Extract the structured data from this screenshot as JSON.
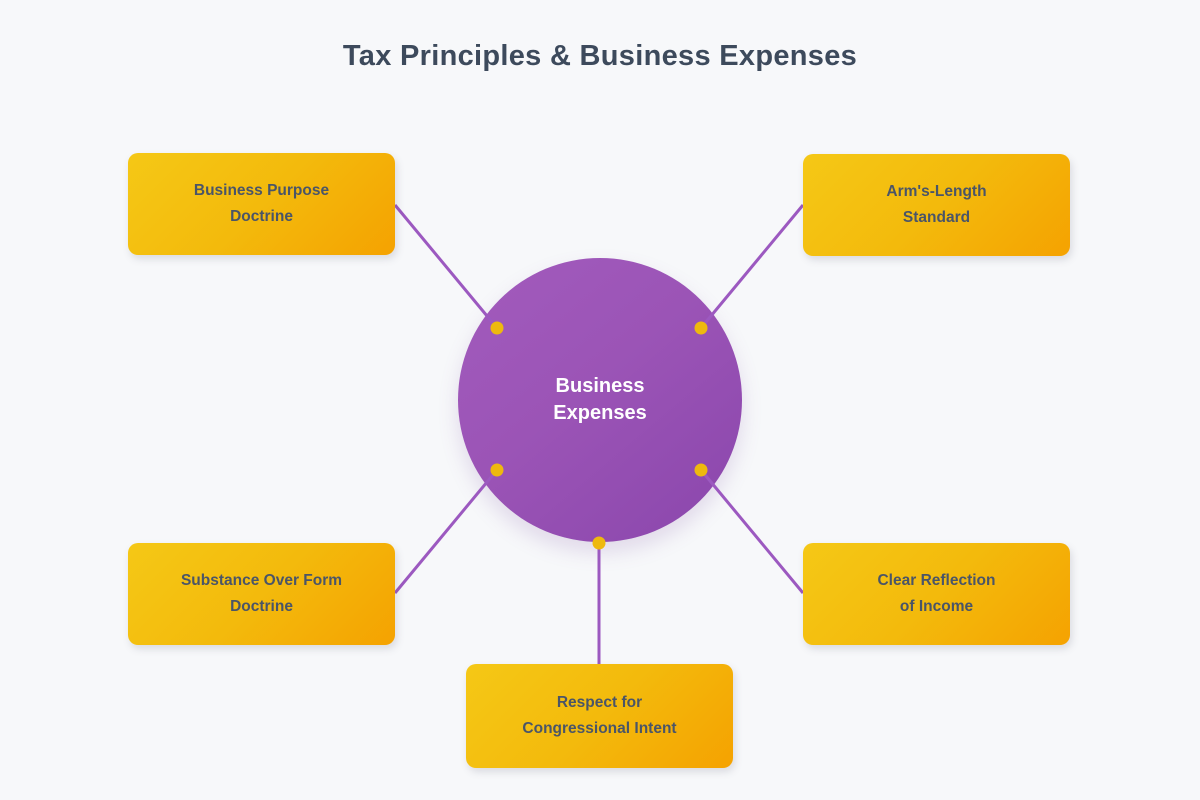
{
  "title": "Tax Principles & Business Expenses",
  "center_node": {
    "id": "business-expenses",
    "label_line1": "Business",
    "label_line2": "Expenses"
  },
  "nodes": [
    {
      "id": "business-purpose-doctrine",
      "label_line1": "Business Purpose",
      "label_line2": "Doctrine"
    },
    {
      "id": "arms-length-standard",
      "label_line1": "Arm's-Length",
      "label_line2": "Standard"
    },
    {
      "id": "substance-over-form-doctrine",
      "label_line1": "Substance Over Form",
      "label_line2": "Doctrine"
    },
    {
      "id": "clear-reflection-of-income",
      "label_line1": "Clear Reflection",
      "label_line2": "of Income"
    },
    {
      "id": "respect-for-congressional-intent",
      "label_line1": "Respect for",
      "label_line2": "Congressional Intent"
    }
  ],
  "colors": {
    "background": "#f7f8fa",
    "title_text": "#3d4a5c",
    "node_gradient_start": "#f5c816",
    "node_gradient_end": "#f5a201",
    "node_text": "#4a5568",
    "circle_gradient_start": "#a25bbd",
    "circle_gradient_end": "#8a46ac",
    "circle_text": "#ffffff",
    "connector_line": "#9c59c0",
    "connector_dot": "#eeb90f"
  }
}
